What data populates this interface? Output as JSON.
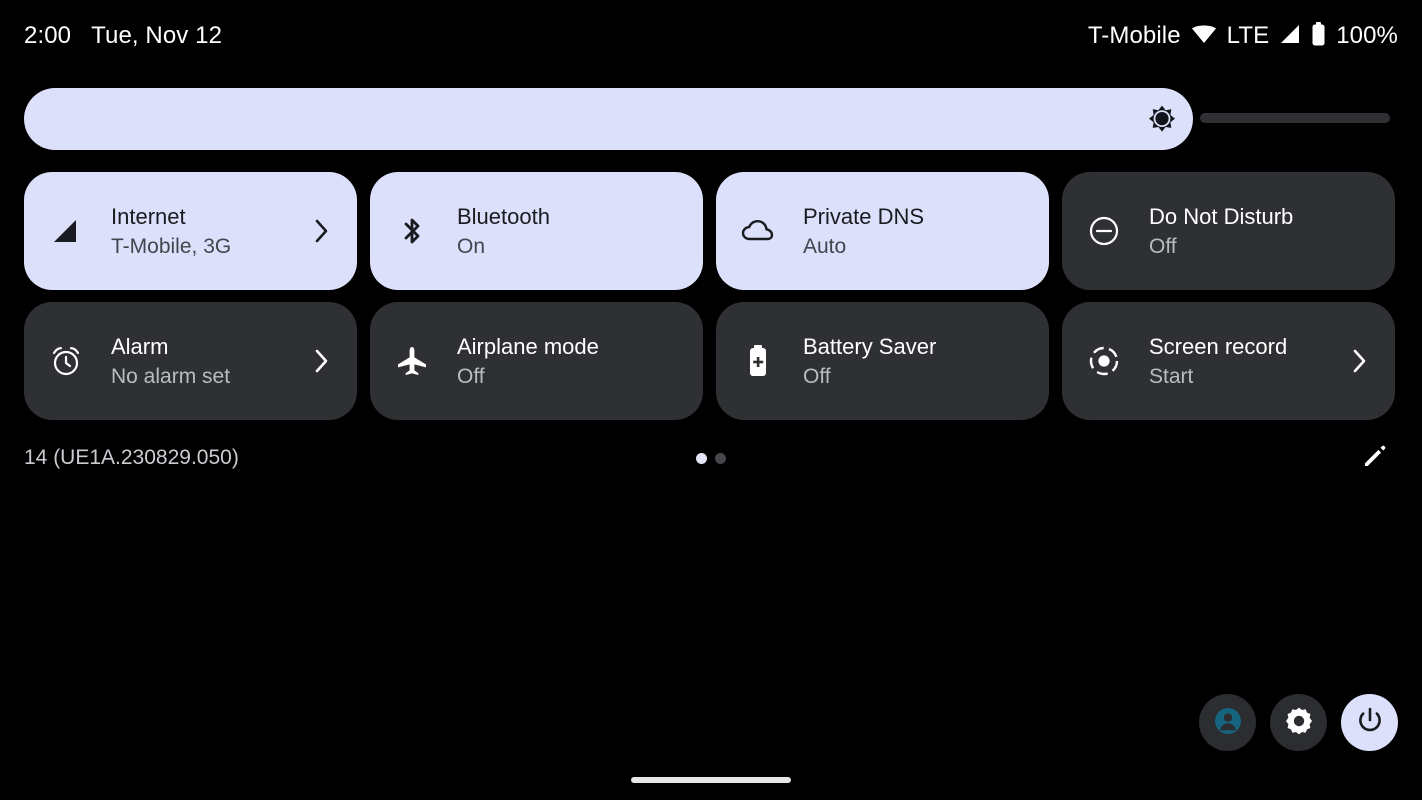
{
  "status_bar": {
    "clock": "2:00",
    "date": "Tue, Nov 12",
    "carrier": "T-Mobile",
    "wifi_icon": "wifi-icon",
    "network_type": "LTE",
    "signal_icon": "signal-bars-icon",
    "battery_icon": "battery-icon",
    "battery_level": "100%"
  },
  "brightness": {
    "icon": "brightness-icon",
    "label": "Brightness",
    "value_percent": 85
  },
  "tiles": [
    {
      "name": "internet",
      "icon": "signal-bars-icon",
      "title": "Internet",
      "subtitle": "T-Mobile, 3G",
      "active": true,
      "has_chevron": true
    },
    {
      "name": "bluetooth",
      "icon": "bluetooth-icon",
      "title": "Bluetooth",
      "subtitle": "On",
      "active": true,
      "has_chevron": false
    },
    {
      "name": "private-dns",
      "icon": "cloud-icon",
      "title": "Private DNS",
      "subtitle": "Auto",
      "active": true,
      "has_chevron": false
    },
    {
      "name": "do-not-disturb",
      "icon": "do-not-disturb-icon",
      "title": "Do Not Disturb",
      "subtitle": "Off",
      "active": false,
      "has_chevron": false
    },
    {
      "name": "alarm",
      "icon": "alarm-clock-icon",
      "title": "Alarm",
      "subtitle": "No alarm set",
      "active": false,
      "has_chevron": true
    },
    {
      "name": "airplane-mode",
      "icon": "airplane-icon",
      "title": "Airplane mode",
      "subtitle": "Off",
      "active": false,
      "has_chevron": false
    },
    {
      "name": "battery-saver",
      "icon": "battery-plus-icon",
      "title": "Battery Saver",
      "subtitle": "Off",
      "active": false,
      "has_chevron": false
    },
    {
      "name": "screen-record",
      "icon": "screen-record-icon",
      "title": "Screen record",
      "subtitle": "Start",
      "active": false,
      "has_chevron": true
    }
  ],
  "footer": {
    "build_label": "14 (UE1A.230829.050)",
    "page_dots": {
      "count": 2,
      "active_index": 0
    },
    "edit_icon": "pencil-edit-icon"
  },
  "actions": {
    "user_icon": "user-avatar-icon",
    "settings_icon": "gear-icon",
    "power_icon": "power-icon"
  },
  "colors": {
    "background": "#000000",
    "tile_active": "#dce0fa",
    "tile_inactive": "#2e3034",
    "title_text": "#ffffff",
    "subtitle_text": "#b9bcc0",
    "active_title_text": "#1a1b20",
    "active_subtitle_text": "#42474e",
    "avatar_accent": "#15657f",
    "home_indicator": "#e6e6e6"
  }
}
